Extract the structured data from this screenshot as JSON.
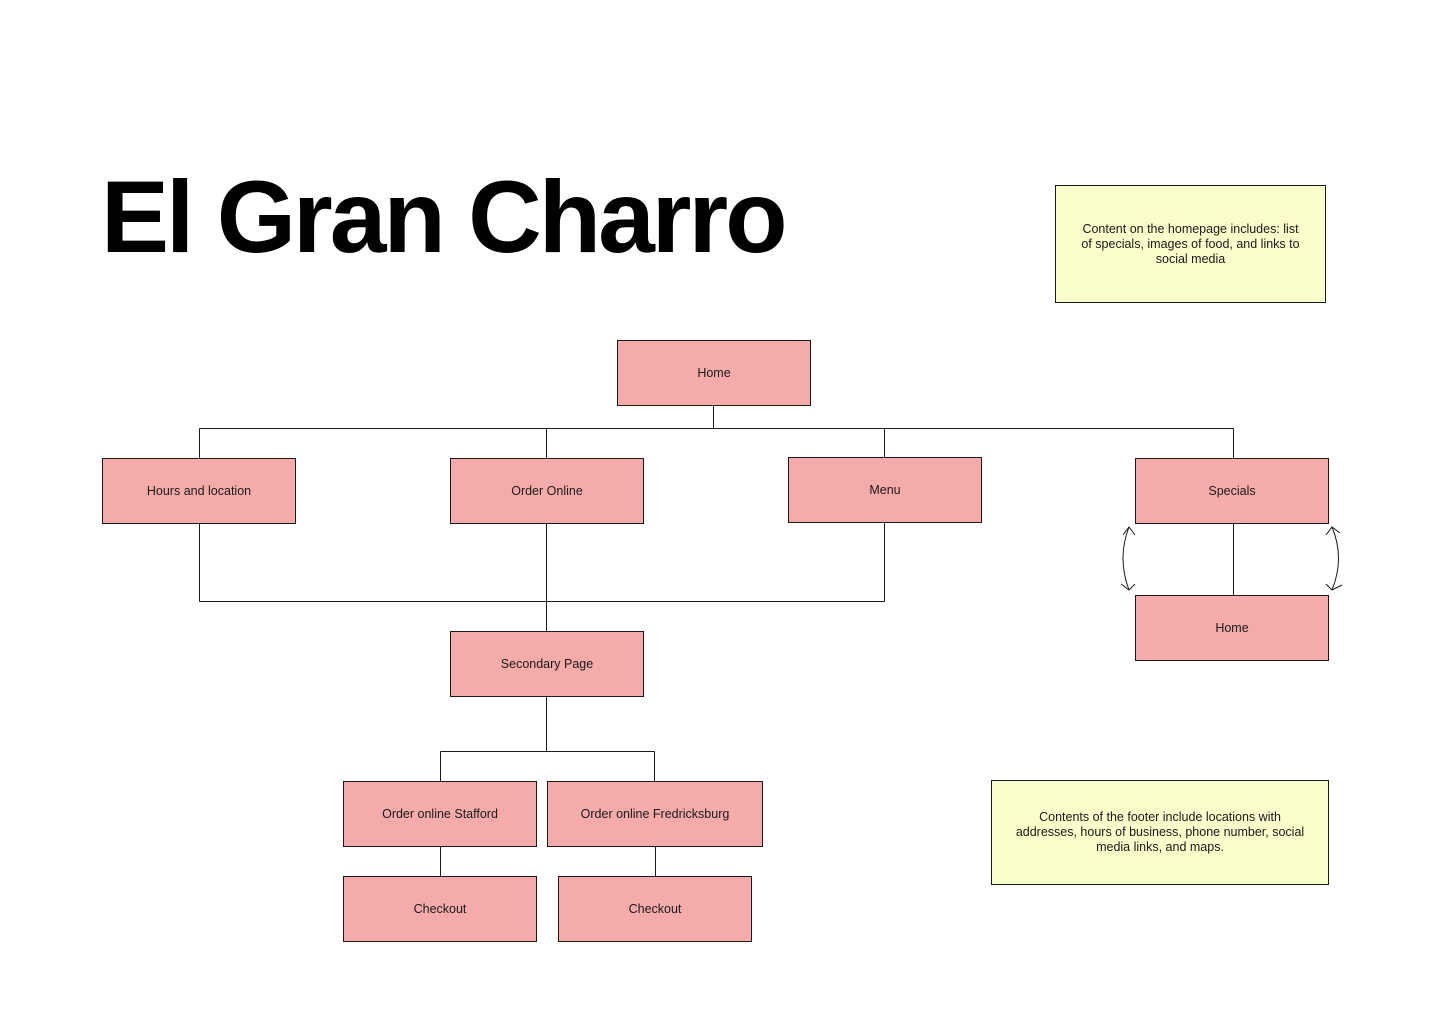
{
  "title": "El Gran Charro",
  "notes": {
    "homepage": "Content on the homepage includes: list of specials, images of food, and links to social media",
    "footer": "Contents of the footer include locations with addresses, hours of business, phone number, social media links, and maps."
  },
  "nodes": {
    "home": "Home",
    "hours_location": "Hours and location",
    "order_online": "Order Online",
    "menu": "Menu",
    "specials": "Specials",
    "specials_home": "Home",
    "secondary_page": "Secondary Page",
    "order_stafford": "Order online Stafford",
    "order_fredericksburg": "Order online Fredricksburg",
    "checkout_stafford": "Checkout",
    "checkout_fredericksburg": "Checkout"
  },
  "colors": {
    "node_fill": "#f6abab",
    "note_fill": "#fafecb",
    "stroke": "#1a1a1a",
    "title": "#000000"
  }
}
